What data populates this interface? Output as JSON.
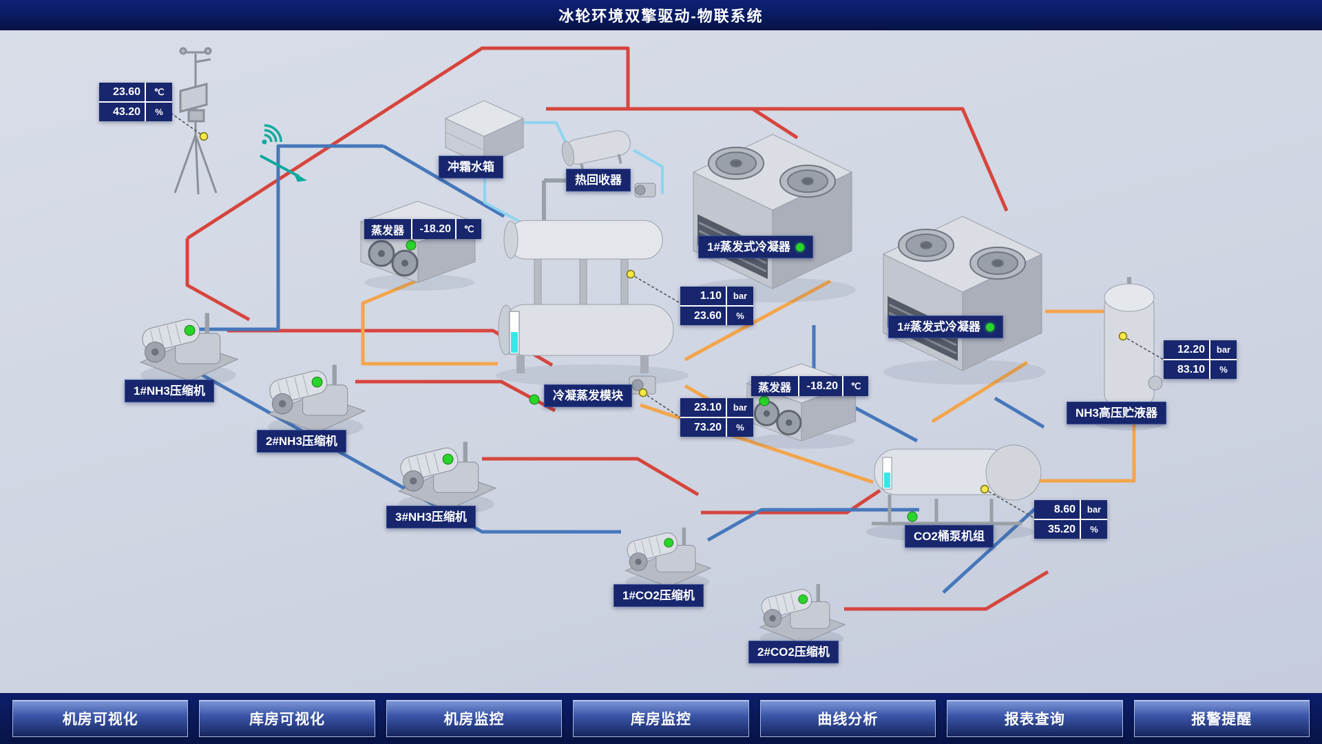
{
  "header": {
    "title": "冰轮环境双擎驱动-物联系统"
  },
  "weather": {
    "temp": {
      "v": "23.60",
      "u": "℃"
    },
    "humidity": {
      "v": "43.20",
      "u": "%"
    }
  },
  "labels": {
    "defrost_tank": "冲霜水箱",
    "heat_recovery": "热回收器",
    "evap1": {
      "name": "蒸发器",
      "v": "-18.20",
      "u": "℃"
    },
    "evap2": {
      "name": "蒸发器",
      "v": "-18.20",
      "u": "℃"
    },
    "condenser1": "1#蒸发式冷凝器",
    "condenser2": "1#蒸发式冷凝器",
    "module": "冷凝蒸发模块",
    "nh3_comp1": "1#NH3压缩机",
    "nh3_comp2": "2#NH3压缩机",
    "nh3_comp3": "3#NH3压缩机",
    "co2_comp1": "1#CO2压缩机",
    "co2_comp2": "2#CO2压缩机",
    "co2_pump": "CO2桶泵机组",
    "nh3_receiver": "NH3高压贮液器"
  },
  "readouts": {
    "module_top": {
      "r1v": "1.10",
      "r1u": "bar",
      "r2v": "23.60",
      "r2u": "%"
    },
    "module_bottom": {
      "r1v": "23.10",
      "r1u": "bar",
      "r2v": "73.20",
      "r2u": "%"
    },
    "co2_pump": {
      "r1v": "8.60",
      "r1u": "bar",
      "r2v": "35.20",
      "r2u": "%"
    },
    "nh3_receiver": {
      "r1v": "12.20",
      "r1u": "bar",
      "r2v": "83.10",
      "r2u": "%"
    }
  },
  "colors": {
    "pipe_red": "#d6453d",
    "pipe_blue": "#4677bb",
    "pipe_orange": "#f3a54b",
    "pipe_cyan": "#8fd4ef",
    "status_green": "#2bd42b",
    "wifi_teal": "#0fa99c",
    "panel_navy": "#17266d"
  },
  "nav": {
    "items": [
      {
        "label": "机房可视化"
      },
      {
        "label": "库房可视化"
      },
      {
        "label": "机房监控"
      },
      {
        "label": "库房监控"
      },
      {
        "label": "曲线分析"
      },
      {
        "label": "报表查询"
      },
      {
        "label": "报警提醒"
      }
    ]
  }
}
